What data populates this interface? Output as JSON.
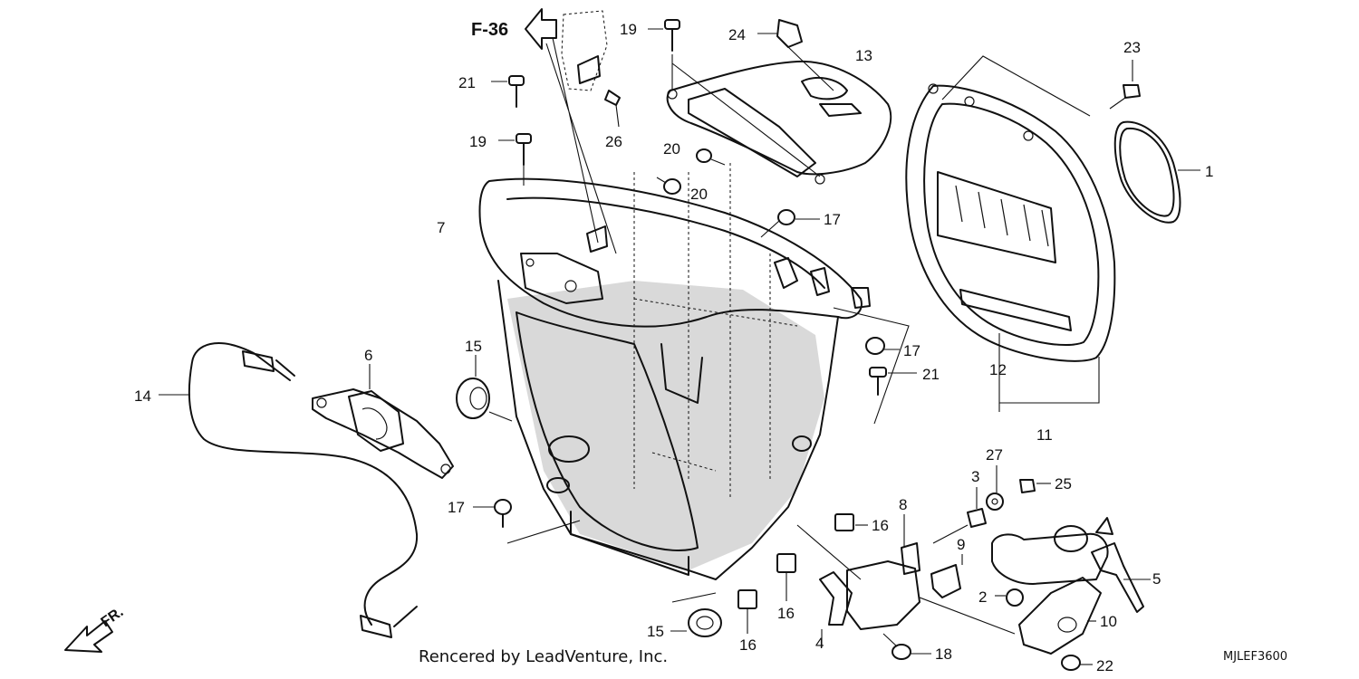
{
  "diagram": {
    "ref_label": "F-36",
    "front_label": "FR.",
    "credit": "Rencered by LeadVenture, Inc.",
    "code": "MJLEF3600",
    "callouts": [
      {
        "id": "c1",
        "text": "1"
      },
      {
        "id": "c2",
        "text": "2"
      },
      {
        "id": "c3",
        "text": "3"
      },
      {
        "id": "c4",
        "text": "4"
      },
      {
        "id": "c5",
        "text": "5"
      },
      {
        "id": "c6",
        "text": "6"
      },
      {
        "id": "c7",
        "text": "7"
      },
      {
        "id": "c8",
        "text": "8"
      },
      {
        "id": "c9",
        "text": "9"
      },
      {
        "id": "c10",
        "text": "10"
      },
      {
        "id": "c11",
        "text": "11"
      },
      {
        "id": "c12",
        "text": "12"
      },
      {
        "id": "c13",
        "text": "13"
      },
      {
        "id": "c14",
        "text": "14"
      },
      {
        "id": "c15a",
        "text": "15"
      },
      {
        "id": "c15b",
        "text": "15"
      },
      {
        "id": "c16a",
        "text": "16"
      },
      {
        "id": "c16b",
        "text": "16"
      },
      {
        "id": "c16c",
        "text": "16"
      },
      {
        "id": "c17a",
        "text": "17"
      },
      {
        "id": "c17b",
        "text": "17"
      },
      {
        "id": "c17c",
        "text": "17"
      },
      {
        "id": "c18",
        "text": "18"
      },
      {
        "id": "c19a",
        "text": "19"
      },
      {
        "id": "c19b",
        "text": "19"
      },
      {
        "id": "c20a",
        "text": "20"
      },
      {
        "id": "c20b",
        "text": "20"
      },
      {
        "id": "c21a",
        "text": "21"
      },
      {
        "id": "c21b",
        "text": "21"
      },
      {
        "id": "c22",
        "text": "22"
      },
      {
        "id": "c23",
        "text": "23"
      },
      {
        "id": "c24",
        "text": "24"
      },
      {
        "id": "c25",
        "text": "25"
      },
      {
        "id": "c26",
        "text": "26"
      },
      {
        "id": "c27",
        "text": "27"
      }
    ]
  }
}
